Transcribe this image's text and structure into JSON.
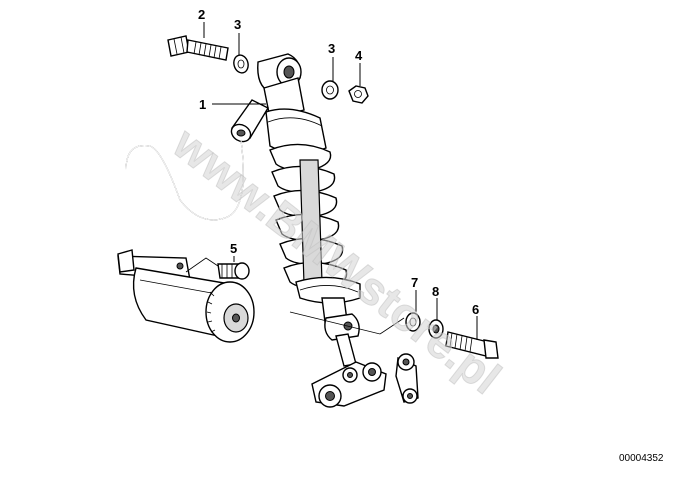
{
  "diagram": {
    "watermark": "www.BMWstore.pl",
    "document_number": "00004352",
    "callouts": [
      {
        "id": "c1",
        "label": "1"
      },
      {
        "id": "c2",
        "label": "2"
      },
      {
        "id": "c3a",
        "label": "3"
      },
      {
        "id": "c3b",
        "label": "3"
      },
      {
        "id": "c4",
        "label": "4"
      },
      {
        "id": "c5",
        "label": "5"
      },
      {
        "id": "c6",
        "label": "6"
      },
      {
        "id": "c7",
        "label": "7"
      },
      {
        "id": "c8",
        "label": "8"
      }
    ]
  }
}
